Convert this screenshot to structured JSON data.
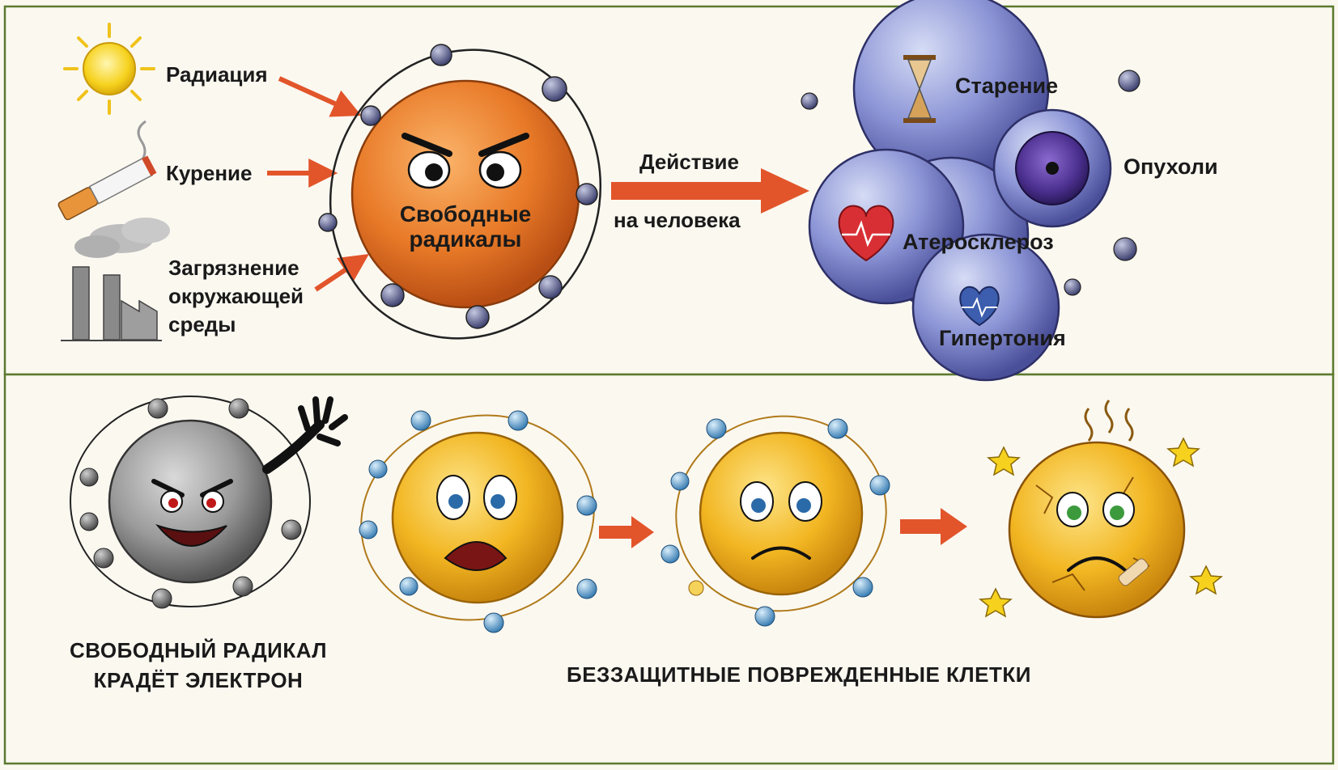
{
  "causes": {
    "radiation": "Радиация",
    "smoking": "Курение",
    "pollution_line1": "Загрязнение",
    "pollution_line2": "окружающей",
    "pollution_line3": "среды"
  },
  "center": {
    "line1": "Свободные",
    "line2": "радикалы"
  },
  "action": {
    "line1": "Действие",
    "line2": "на человека"
  },
  "diseases": {
    "aging": "Старение",
    "tumors": "Опухоли",
    "atherosclerosis": "Атеросклероз",
    "hypertension": "Гипертония"
  },
  "bottom": {
    "radical_caption_line1": "СВОБОДНЫЙ РАДИКАЛ",
    "radical_caption_line2": "КРАДЁТ ЭЛЕКТРОН",
    "cells_caption": "БЕЗЗАЩИТНЫЕ ПОВРЕЖДЕННЫЕ КЛЕТКИ"
  },
  "colors": {
    "frame": "#5b7a2e",
    "arrow": "#e2552b",
    "radical_orange": "#e87a28",
    "cell_yellow": "#f2b622",
    "disease_blue": "#8c95d6"
  }
}
